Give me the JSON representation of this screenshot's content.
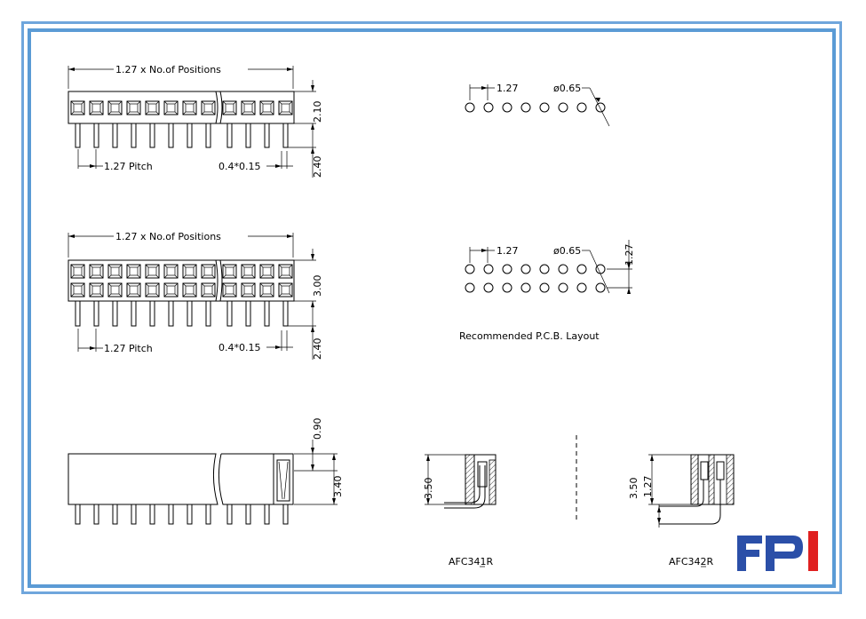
{
  "labels": {
    "positions_width": "1.27 x No.of Positions",
    "pitch": "1.27 Pitch",
    "pin_size": "0.4*0.15",
    "height_single": "2.10",
    "height_dual": "3.00",
    "pin_length": "2.40",
    "pcb_pitch": "1.27",
    "hole_dia": "ø0.65",
    "row_pitch": "1.27",
    "pcb_caption": "Recommended P.C.B. Layout",
    "side_top": "0.90",
    "side_height": "3.40",
    "ra_height": "3.50",
    "ra_offset": "1.27",
    "part_1": "AFC341R",
    "part_2": "AFC342R"
  },
  "logo": {
    "text": "FPI",
    "color_blue": "#2b4fa8",
    "color_red": "#e02020"
  },
  "colors": {
    "frame": "#5b9bd5"
  }
}
